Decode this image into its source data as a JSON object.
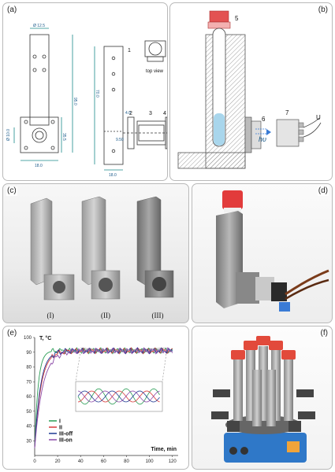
{
  "panels": {
    "a": {
      "label": "(a)",
      "dims": {
        "top_width": "Ø 12.5",
        "overall_height": "95.0",
        "flange_height": "70.0",
        "mid_height": "35.5",
        "bore": "Ø 10.0",
        "bottom_width_left": "18.0",
        "bottom_width_right": "18.0",
        "offset": "4.0",
        "small": "9.50"
      },
      "callouts": [
        "1",
        "2",
        "3",
        "4"
      ],
      "top_view_label": "top view"
    },
    "b": {
      "label": "(b)",
      "callouts": [
        "5",
        "6",
        "7"
      ],
      "hv_label": "hυ",
      "u_label": "U"
    },
    "c": {
      "label": "(c)",
      "captions": [
        "(I)",
        "(II)",
        "(III)"
      ]
    },
    "d": {
      "label": "(d)"
    },
    "e": {
      "label": "(e)"
    },
    "f": {
      "label": "(f)"
    }
  },
  "chart_data": {
    "type": "line",
    "ylabel": "T, °C",
    "xlabel": "Time, min",
    "xlim": [
      0,
      125
    ],
    "ylim": [
      20,
      100
    ],
    "xticks": [
      0,
      20,
      40,
      60,
      80,
      100,
      120
    ],
    "yticks": [
      30,
      40,
      50,
      60,
      70,
      80,
      90,
      100
    ],
    "legend_position": "bottom-left",
    "series": [
      {
        "name": "I",
        "color": "#2a9d55",
        "tau": 3.0
      },
      {
        "name": "II",
        "color": "#d9393a",
        "tau": 5.5
      },
      {
        "name": "III-off",
        "color": "#1f3a93",
        "tau": 5.0
      },
      {
        "name": "III-on",
        "color": "#8c4aa8",
        "tau": 7.0
      }
    ],
    "plateau": 91,
    "inset": true
  }
}
